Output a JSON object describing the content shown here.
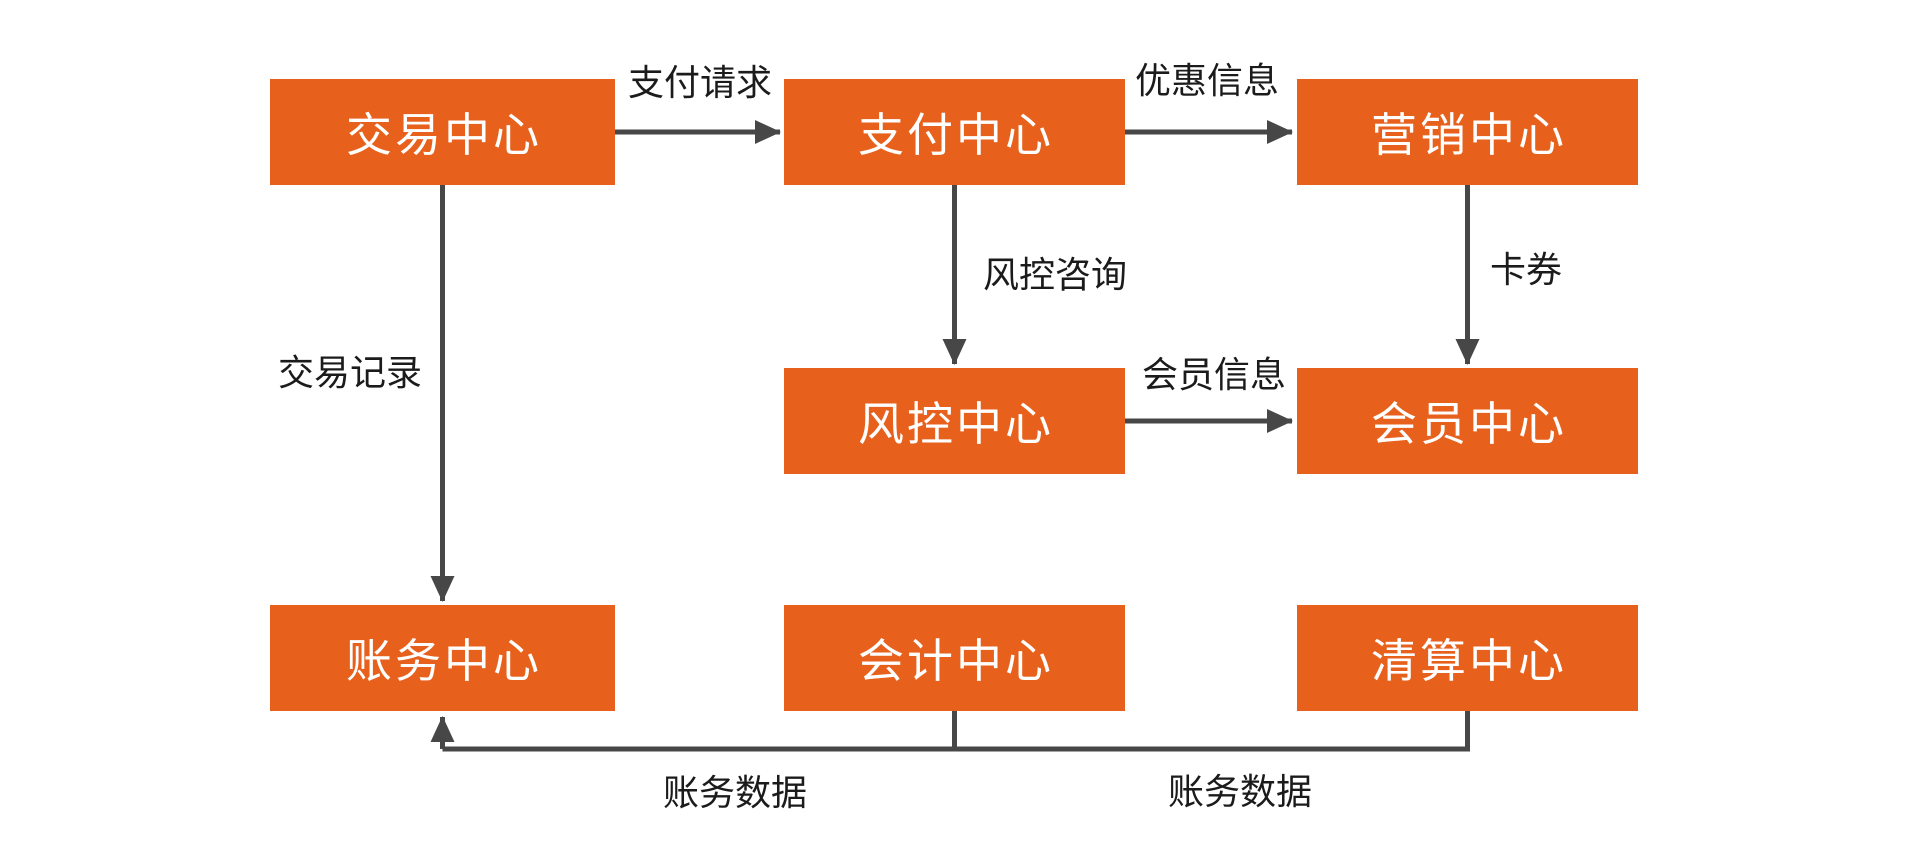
{
  "colors": {
    "background": "#FFFFFF",
    "node_fill": "#E8611C",
    "node_text": "#FFFFFF",
    "arrow": "#474747",
    "edge_label_text": "#1B1B1B"
  },
  "nodes": {
    "trading": {
      "label": "交易中心"
    },
    "payment": {
      "label": "支付中心"
    },
    "marketing": {
      "label": "营销中心"
    },
    "risk": {
      "label": "风控中心"
    },
    "member": {
      "label": "会员中心"
    },
    "finance": {
      "label": "账务中心"
    },
    "accounting": {
      "label": "会计中心"
    },
    "clearing": {
      "label": "清算中心"
    }
  },
  "edges": [
    {
      "from": "交易中心",
      "to": "支付中心",
      "label": "支付请求"
    },
    {
      "from": "支付中心",
      "to": "营销中心",
      "label": "优惠信息"
    },
    {
      "from": "支付中心",
      "to": "风控中心",
      "label": "风控咨询"
    },
    {
      "from": "营销中心",
      "to": "会员中心",
      "label": "卡券"
    },
    {
      "from": "风控中心",
      "to": "会员中心",
      "label": "会员信息"
    },
    {
      "from": "交易中心",
      "to": "账务中心",
      "label": "交易记录"
    },
    {
      "from": "会计中心",
      "to": "账务中心",
      "label": "账务数据"
    },
    {
      "from": "清算中心",
      "to": "账务中心",
      "label": "账务数据"
    }
  ]
}
